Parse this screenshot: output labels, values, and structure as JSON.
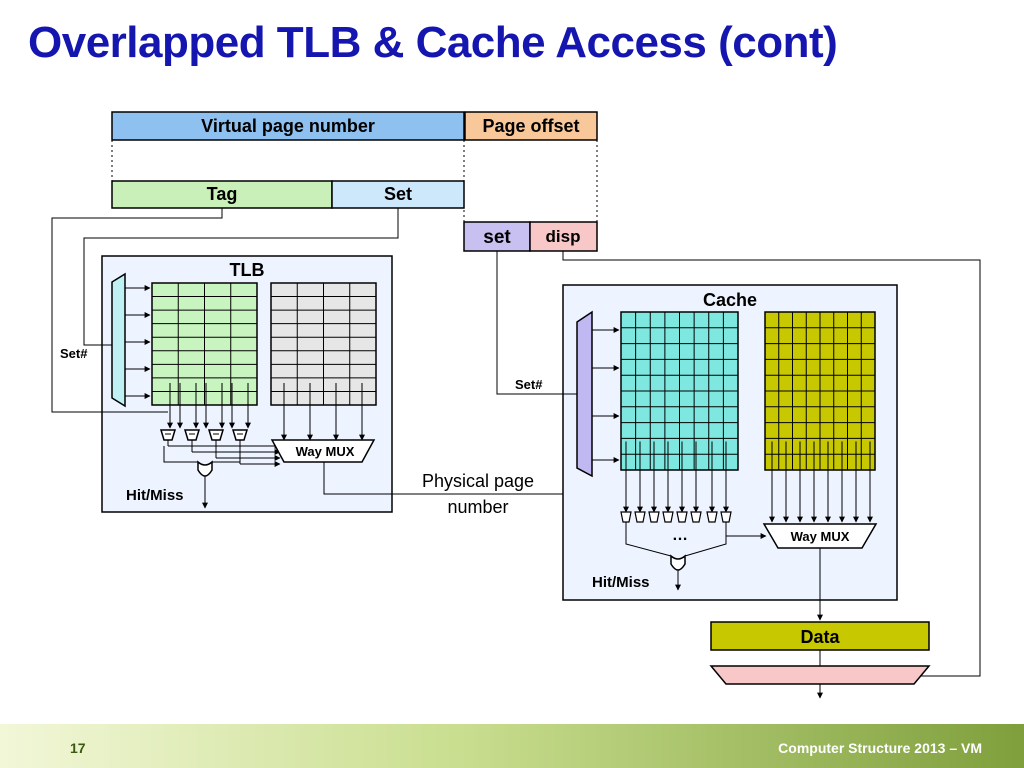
{
  "title": "Overlapped TLB & Cache Access (cont)",
  "address_top": {
    "vpn": "Virtual page number",
    "offset": "Page offset"
  },
  "address_split": {
    "tag": "Tag",
    "set": "Set"
  },
  "cache_index": {
    "set": "set",
    "disp": "disp"
  },
  "tlb": {
    "label": "TLB",
    "set_label": "Set#",
    "mux_label": "Way MUX",
    "hitmiss": "Hit/Miss"
  },
  "cache": {
    "label": "Cache",
    "set_label": "Set#",
    "mux_label": "Way MUX",
    "hitmiss": "Hit/Miss",
    "dots": "…"
  },
  "ppn_label": {
    "line1": "Physical page",
    "line2": "number"
  },
  "data_label": "Data",
  "footer": {
    "slide_number": "17",
    "text": "Computer Structure 2013 – VM"
  },
  "colors": {
    "title": "#1515b0",
    "vpn": "#8ec0f0",
    "offset": "#f8c89a",
    "tag": "#c8f0b8",
    "set": "#cce8fa",
    "cache_set": "#c8c0f0",
    "cache_disp": "#f8c8c8",
    "tlb_tag": "#c8f4c0",
    "tlb_data": "#e6e6e6",
    "cache_tag": "#7ee8e0",
    "cache_data": "#c8c800",
    "decoder_tlb": "#bff0f4",
    "decoder_cache": "#c0b8f0",
    "panel": "#eef4ff",
    "data_box": "#c8c800",
    "bottom_mux": "#f8c8c8"
  }
}
